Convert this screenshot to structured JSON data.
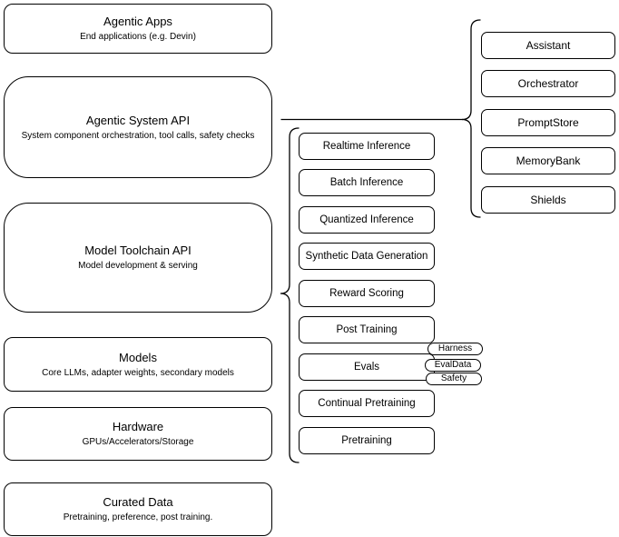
{
  "diagram": {
    "colors": {
      "stroke": "#000000",
      "fill": "#ffffff",
      "text": "#000000"
    },
    "left_stack": [
      {
        "title": "Agentic Apps",
        "subtitle": "End applications (e.g. Devin)"
      },
      {
        "title": "Agentic System API",
        "subtitle": "System component orchestration, tool calls, safety checks"
      },
      {
        "title": "Model Toolchain API",
        "subtitle": "Model development & serving"
      },
      {
        "title": "Models",
        "subtitle": "Core LLMs, adapter weights, secondary models"
      },
      {
        "title": "Hardware",
        "subtitle": "GPUs/Accelerators/Storage"
      },
      {
        "title": "Curated Data",
        "subtitle": "Pretraining, preference, post training."
      }
    ],
    "toolchain_items": [
      "Realtime Inference",
      "Batch Inference",
      "Quantized Inference",
      "Synthetic Data Generation",
      "Reward Scoring",
      "Post Training",
      "Evals",
      "Continual Pretraining",
      "Pretraining"
    ],
    "eval_tags": [
      "Harness",
      "EvalData",
      "Safety"
    ],
    "system_components": [
      "Assistant",
      "Orchestrator",
      "PromptStore",
      "MemoryBank",
      "Shields"
    ]
  }
}
